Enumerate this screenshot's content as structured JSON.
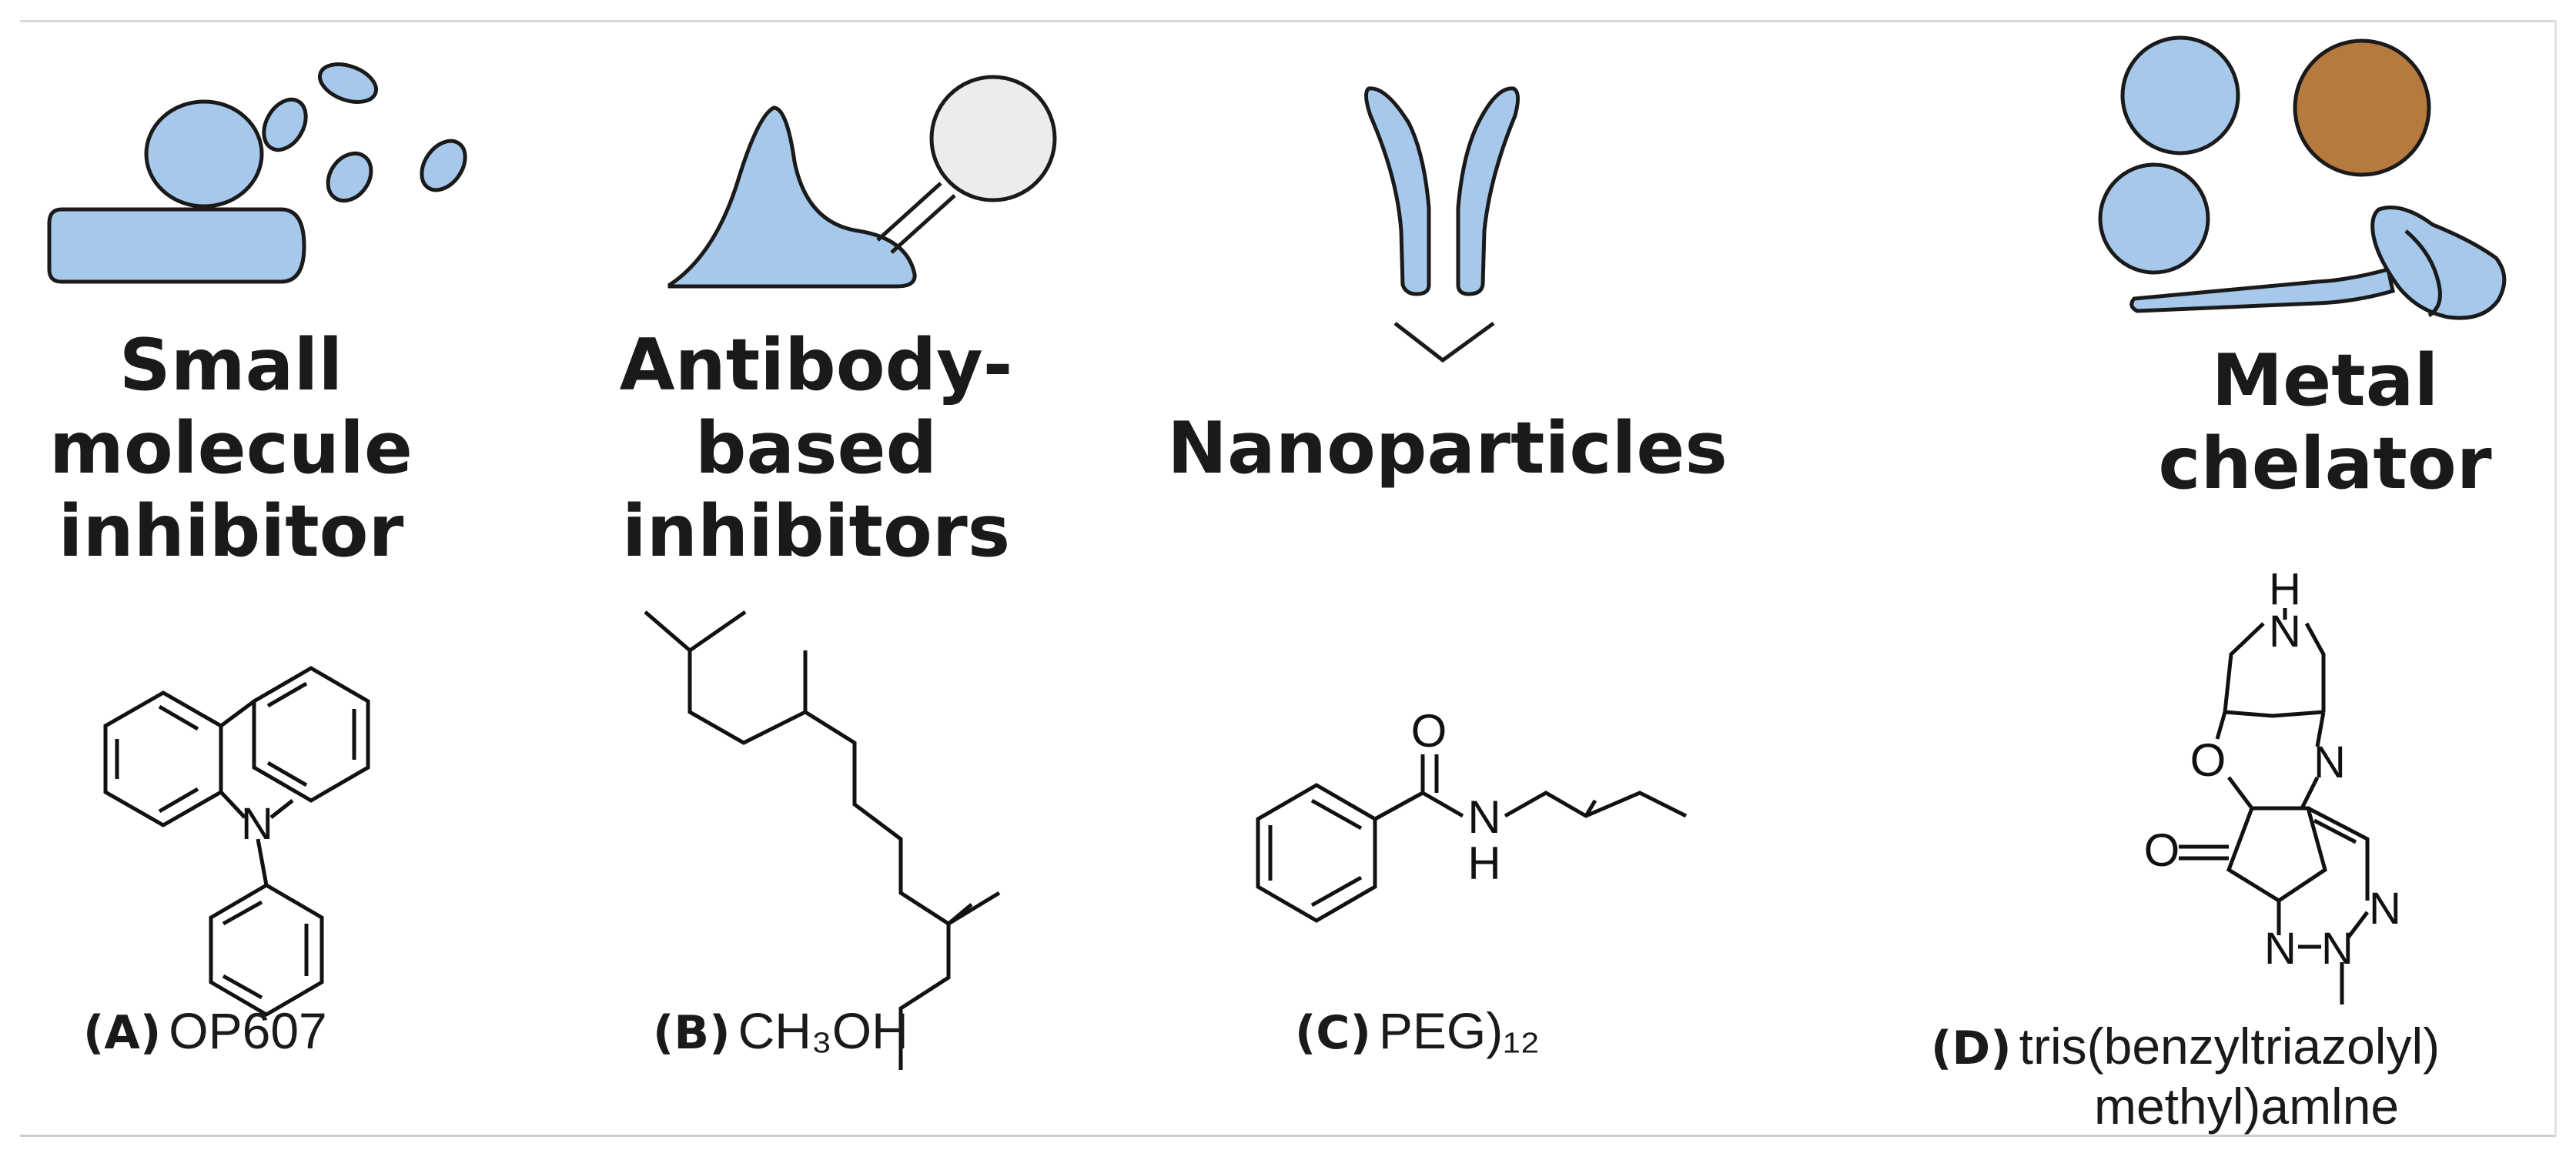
{
  "colors": {
    "icon_blue": "#a6c8ea",
    "icon_brown": "#b77a3e",
    "icon_light_gray": "#ececec",
    "outline": "#1a1a1a"
  },
  "panels": [
    {
      "icon": "small-molecule-icon",
      "category": "Small\nmolecule\ninhibitor",
      "label": "(A)",
      "name": "OP607",
      "atoms": [
        "N"
      ]
    },
    {
      "icon": "antibody-icon",
      "category": "Antibody-\nbased\ninhibitors",
      "label": "(B)",
      "name": "CH₃OH",
      "atoms": []
    },
    {
      "icon": "nanoparticle-icon",
      "category": "Nanoparticles",
      "label": "(C)",
      "name": "PEG)₁₂",
      "atoms": [
        "O",
        "N",
        "H"
      ]
    },
    {
      "icon": "metal-chelator-icon",
      "category": "Metal\nchelator",
      "label": "(D)",
      "name": "tris(benzyltriazolyl)\nmethyl)amlne",
      "name_line1": "tris(benzyltriazolyl)",
      "name_line2": "methyl)amlne",
      "atoms": [
        "H",
        "N",
        "O",
        "N",
        "O",
        "N",
        "N",
        "N"
      ]
    }
  ]
}
